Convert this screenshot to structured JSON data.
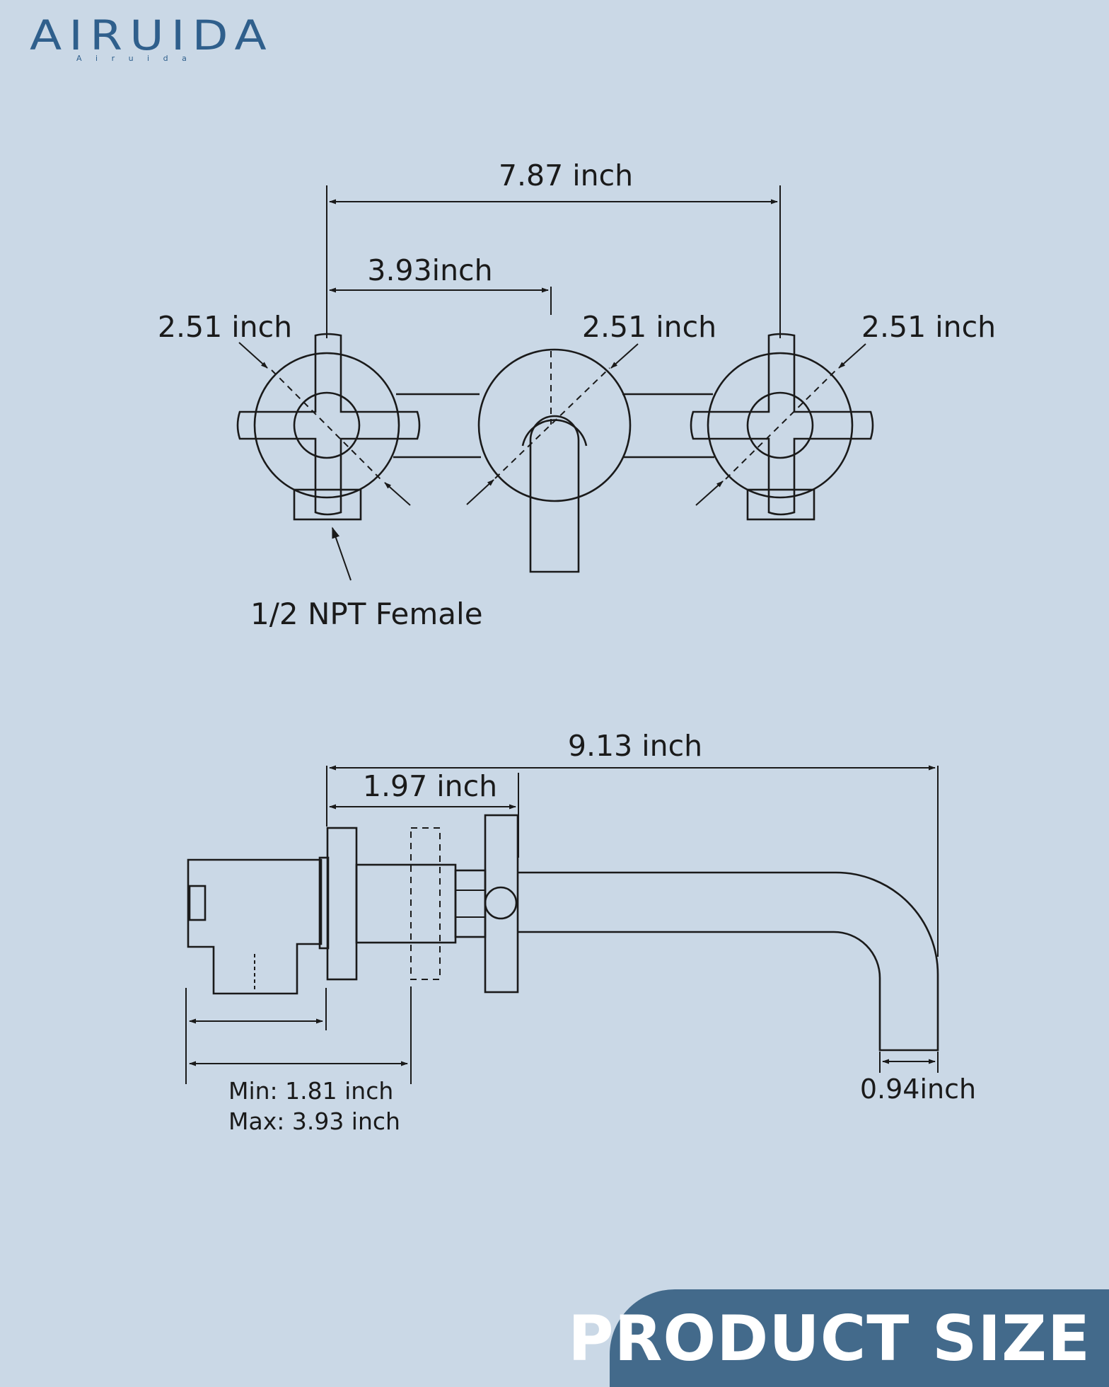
{
  "brand": {
    "logo_text": "AIRUIDA",
    "logo_subtext": "A i r u i d a",
    "color": "#2f5f8c"
  },
  "front_view": {
    "center_to_center": "7.87 inch",
    "handle_to_spout": "3.93inch",
    "left_handle_diameter": "2.51 inch",
    "center_plate_diameter": "2.51 inch",
    "right_handle_diameter": "2.51 inch",
    "inlet_callout": "1/2 NPT Female"
  },
  "side_view": {
    "overall_length": "9.13 inch",
    "plate_to_handle": "1.97 inch",
    "wall_depth_min": "Min: 1.81 inch",
    "wall_depth_max": "Max: 3.93 inch",
    "spout_diameter": "0.94inch"
  },
  "banner": {
    "title": "PRODUCT SIZE",
    "color": "#436a8b"
  },
  "colors": {
    "background": "#cad8e6",
    "line": "#1a1a1a"
  }
}
